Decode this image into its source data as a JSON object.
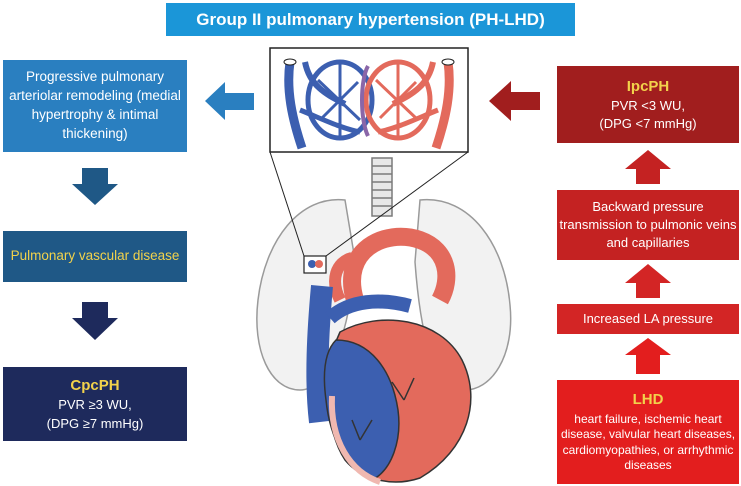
{
  "title": "Group II pulmonary hypertension (PH-LHD)",
  "left_column": {
    "remodeling": "Progressive pulmonary arteriolar remodeling (medial hypertrophy & intimal thickening)",
    "vascular_disease": "Pulmonary vascular disease",
    "cpcph": {
      "header": "CpcPH",
      "line1": "PVR ≥3 WU,",
      "line2": "(DPG ≥7 mmHg)"
    }
  },
  "right_column": {
    "ipcph": {
      "header": "IpcPH",
      "line1": "PVR <3 WU,",
      "line2": "(DPG <7 mmHg)"
    },
    "backward": "Backward pressure transmission to pulmonic veins and capillaries",
    "la_pressure": "Increased LA pressure",
    "lhd": {
      "header": "LHD",
      "text": "heart failure, ischemic heart disease, valvular heart diseases, cardiomyopathies, or arrhythmic diseases"
    }
  },
  "colors": {
    "title_bg": "#1b96d8",
    "left_light": "#2a7fc0",
    "left_mid": "#1f5886",
    "left_dark": "#1e2a5c",
    "right_dark": "#a11e1e",
    "right_mid": "#c42222",
    "right_bright": "#e31e1e",
    "highlight_text": "#f2d24b",
    "vein_blue": "#3c5fb0",
    "artery_red": "#e36a5c"
  },
  "icons": [
    "left-arrow-icon",
    "down-arrow-icon",
    "up-arrow-icon",
    "heart-lungs-illustration",
    "capillary-network-illustration"
  ]
}
